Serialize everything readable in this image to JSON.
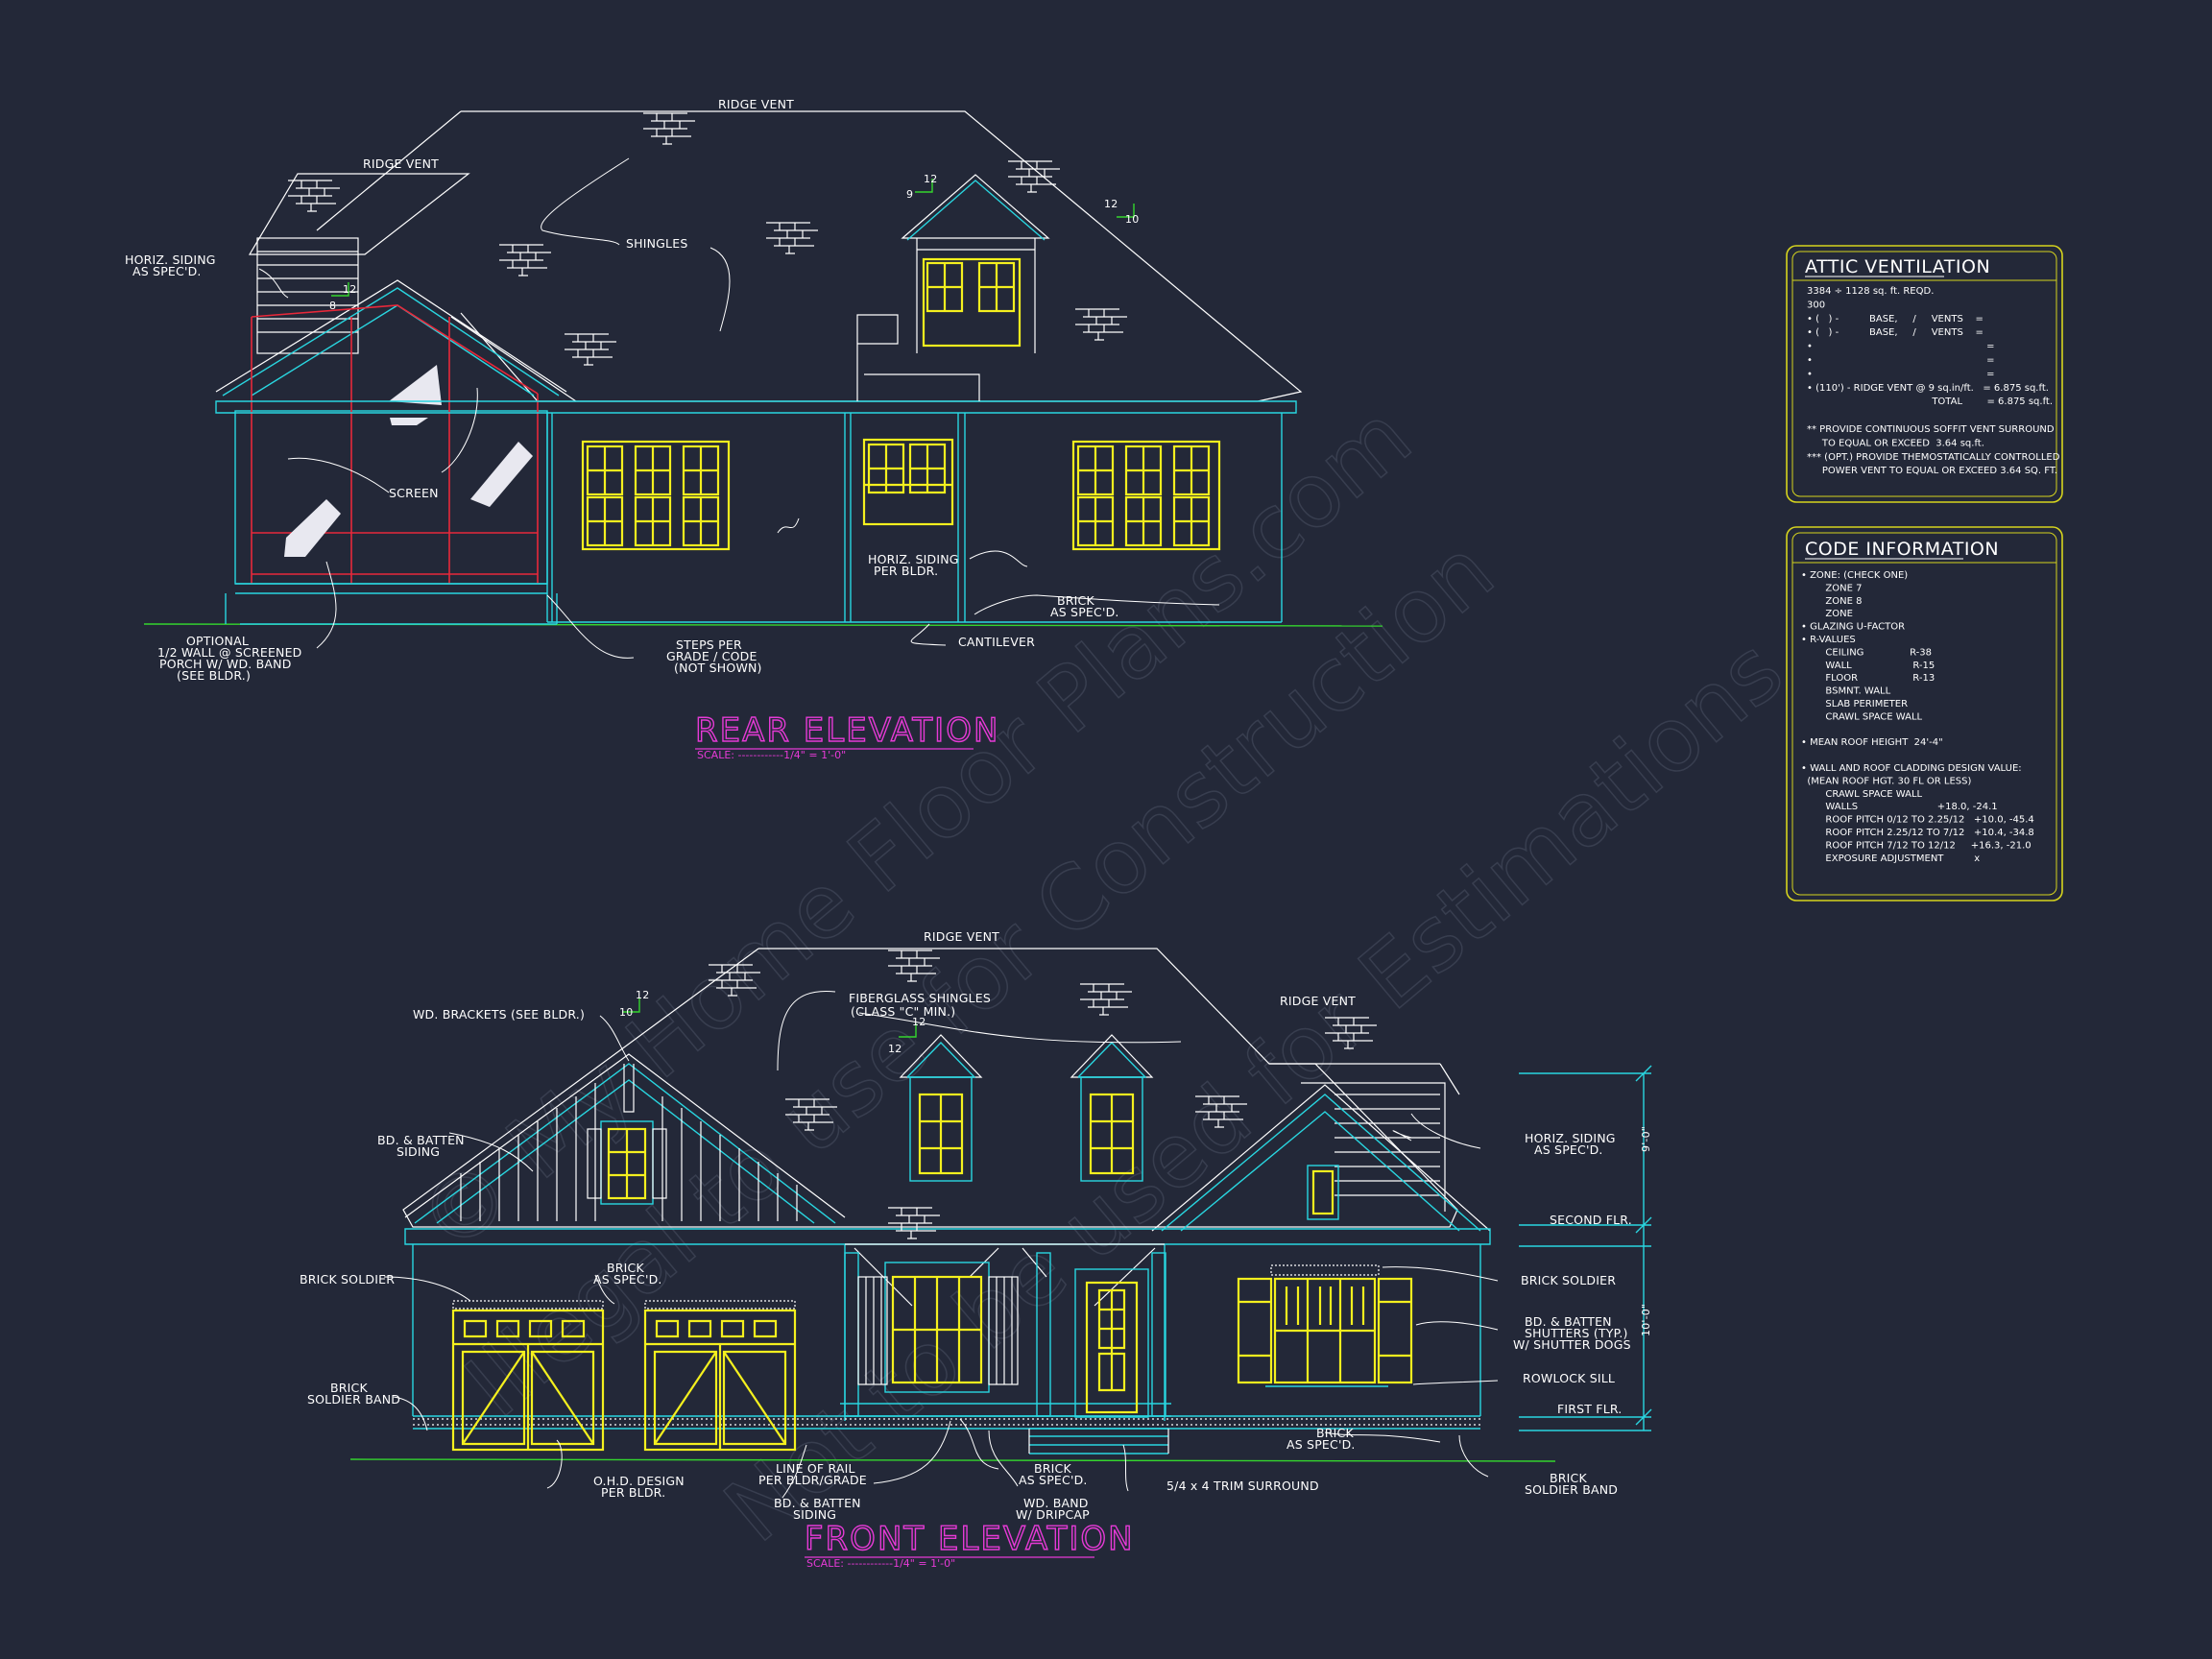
{
  "watermark": {
    "line1": "© My Home Floor Plans.com",
    "line2": "Illegal to use for Construction",
    "line3": "Not to be used for Estimations"
  },
  "colors": {
    "background": "#232838",
    "primary_line": "#ffffff",
    "cyan": "#29d6e0",
    "yellow": "#f4f01e",
    "magenta": "#e63ad6",
    "red": "#e8283a",
    "green": "#34d62e"
  },
  "rear_elevation": {
    "title": "REAR ELEVATION",
    "scale": "SCALE: ------------1/4\" = 1'-0\"",
    "labels": {
      "ridge_vent_main": "RIDGE VENT",
      "ridge_vent_left": "RIDGE VENT",
      "horiz_siding_1": "HORIZ. SIDING",
      "horiz_siding_2": "AS SPEC'D.",
      "shingles": "SHINGLES",
      "screen": "SCREEN",
      "optional_1": "OPTIONAL",
      "optional_2": "1/2 WALL @ SCREENED",
      "optional_3": "PORCH W/ WD. BAND",
      "optional_4": "(SEE BLDR.)",
      "steps_1": "STEPS PER",
      "steps_2": "GRADE / CODE",
      "steps_3": "(NOT SHOWN)",
      "horiz_per_1": "HORIZ. SIDING",
      "horiz_per_2": "PER BLDR.",
      "brick_1": "BRICK",
      "brick_2": "AS SPEC'D.",
      "cantilever": "CANTILEVER",
      "pitch_a_rise": "12",
      "pitch_a_run": "8",
      "pitch_b_rise": "12",
      "pitch_b_run": "9",
      "pitch_c_rise": "12",
      "pitch_c_run": "10"
    }
  },
  "front_elevation": {
    "title": "FRONT ELEVATION",
    "scale": "SCALE: ------------1/4\" = 1'-0\"",
    "labels": {
      "ridge_vent_main": "RIDGE VENT",
      "ridge_vent_right": "RIDGE VENT",
      "wd_brackets": "WD. BRACKETS (SEE BLDR.)",
      "fiberglass_1": "FIBERGLASS SHINGLES",
      "fiberglass_2": "(CLASS \"C\" MIN.)",
      "bd_batten_siding_1": "BD. & BATTEN",
      "bd_batten_siding_2": "SIDING",
      "brick_soldier_left": "BRICK SOLDIER",
      "brick_spec_1": "BRICK",
      "brick_spec_2": "AS SPEC'D.",
      "brick_band_1": "BRICK",
      "brick_band_2": "SOLDIER BAND",
      "ohd_1": "O.H.D. DESIGN",
      "ohd_2": "PER BLDR.",
      "line_rail_1": "LINE OF RAIL",
      "line_rail_2": "PER BLDR/GRADE",
      "bd_batten_bottom_1": "BD. & BATTEN",
      "bd_batten_bottom_2": "SIDING",
      "brick_mid_1": "BRICK",
      "brick_mid_2": "AS SPEC'D.",
      "wd_band_1": "WD. BAND",
      "wd_band_2": "W/ DRIPCAP",
      "trim_surround": "5/4 x 4 TRIM SURROUND",
      "horiz_right_1": "HORIZ. SIDING",
      "horiz_right_2": "AS SPEC'D.",
      "second_flr": "SECOND FLR.",
      "first_flr": "FIRST FLR.",
      "brick_soldier_right": "BRICK SOLDIER",
      "shutters_1": "BD. & BATTEN",
      "shutters_2": "SHUTTERS (TYP.)",
      "shutters_3": "W/ SHUTTER DOGS",
      "rowlock": "ROWLOCK SILL",
      "brick_right_1": "BRICK",
      "brick_right_2": "AS SPEC'D.",
      "brick_band_right_1": "BRICK",
      "brick_band_right_2": "SOLDIER BAND",
      "dim_upper": "9'-0\"",
      "dim_lower": "10'-0\"",
      "pitch_a_rise": "12",
      "pitch_a_run": "10",
      "pitch_b_rise": "12",
      "pitch_b_run": "12"
    }
  },
  "attic_ventilation": {
    "title": "ATTIC VENTILATION",
    "lines": [
      "3384 ÷ 1128 sq. ft. REQD.",
      "300",
      "• (   ) -          BASE,     /     VENTS    =",
      "• (   ) -          BASE,     /     VENTS    =",
      "•                                                         =",
      "•                                                         =",
      "•                                                         =",
      "• (110') - RIDGE VENT @ 9 sq.in/ft.   = 6.875 sq.ft.",
      "                                         TOTAL        = 6.875 sq.ft.",
      "",
      "** PROVIDE CONTINUOUS SOFFIT VENT SURROUND",
      "     TO EQUAL OR EXCEED  3.64 sq.ft.",
      "*** (OPT.) PROVIDE THEMOSTATICALLY CONTROLLED",
      "     POWER VENT TO EQUAL OR EXCEED 3.64 SQ. FT."
    ]
  },
  "code_information": {
    "title": "CODE INFORMATION",
    "lines": [
      "• ZONE: (CHECK ONE)",
      "        ZONE 7",
      "        ZONE 8",
      "        ZONE",
      "• GLAZING U-FACTOR",
      "• R-VALUES",
      "        CEILING               R-38",
      "        WALL                    R-15",
      "        FLOOR                  R-13",
      "        BSMNT. WALL",
      "        SLAB PERIMETER",
      "        CRAWL SPACE WALL",
      "",
      "• MEAN ROOF HEIGHT  24'-4\"",
      "",
      "• WALL AND ROOF CLADDING DESIGN VALUE:",
      "  (MEAN ROOF HGT. 30 FL OR LESS)",
      "        CRAWL SPACE WALL",
      "        WALLS                          +18.0, -24.1",
      "        ROOF PITCH 0/12 TO 2.25/12   +10.0, -45.4",
      "        ROOF PITCH 2.25/12 TO 7/12   +10.4, -34.8",
      "        ROOF PITCH 7/12 TO 12/12     +16.3, -21.0",
      "        EXPOSURE ADJUSTMENT          x"
    ]
  }
}
